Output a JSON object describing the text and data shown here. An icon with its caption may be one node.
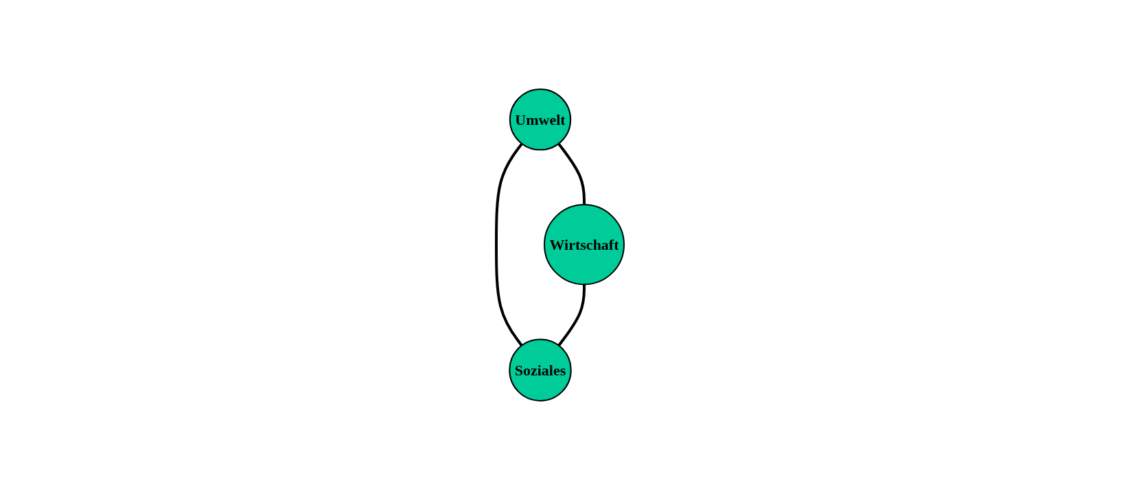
{
  "diagram": {
    "nodes": [
      {
        "text": [
          "Umwelt"
        ]
      },
      {
        "text": [
          "Wirtschaft"
        ]
      },
      {
        "text": [
          "Soziales"
        ]
      }
    ],
    "edges": [
      {
        "from": 0,
        "to": 1,
        "arrow": "none"
      },
      {
        "from": 0,
        "to": 2,
        "arrow": "none"
      },
      {
        "from": 1,
        "to": 2,
        "arrow": "none"
      }
    ]
  }
}
